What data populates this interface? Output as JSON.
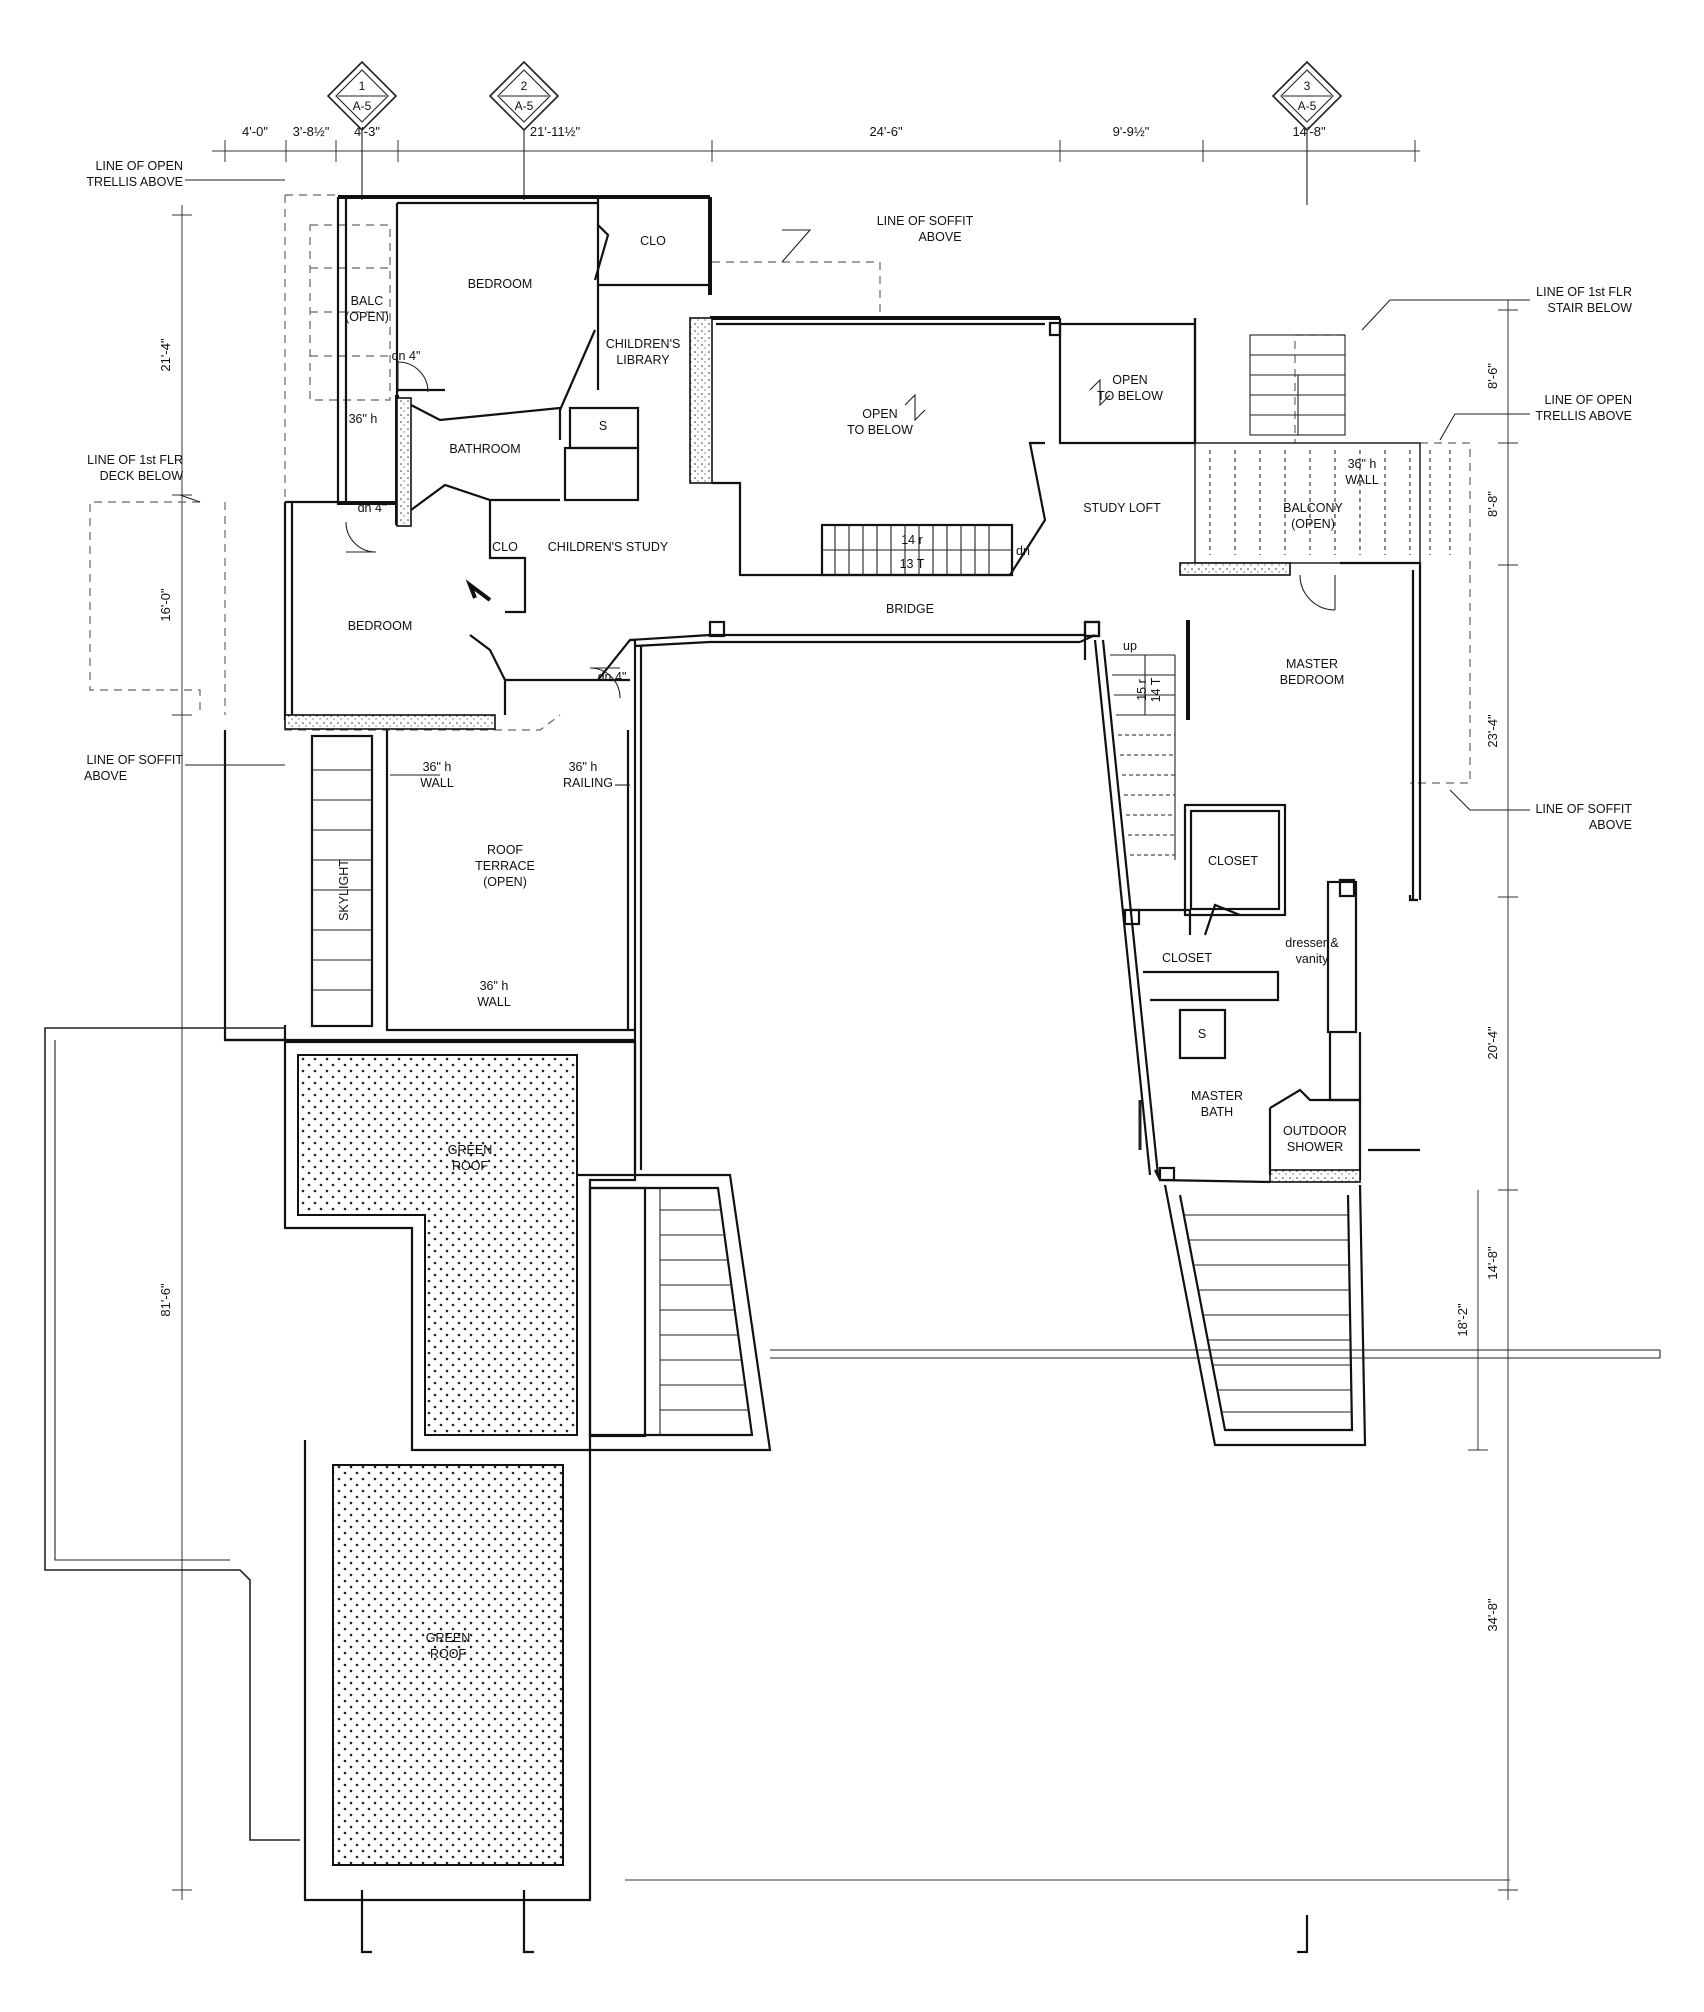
{
  "rooms": {
    "bedroom_1": "BEDROOM",
    "bedroom_2": "BEDROOM",
    "clo_1": "CLO",
    "clo_2": "CLO",
    "balc_1": "BALC",
    "balc_2": "(OPEN)",
    "childrens_library_1": "CHILDREN'S",
    "childrens_library_2": "LIBRARY",
    "bathroom": "BATHROOM",
    "shower_s1": "S",
    "childrens_study": "CHILDREN'S STUDY",
    "open_below_a1": "OPEN",
    "open_below_a2": "TO BELOW",
    "open_below_b1": "OPEN",
    "open_below_b2": "TO BELOW",
    "study_loft": "STUDY LOFT",
    "balcony_1": "BALCONY",
    "balcony_2": "(OPEN)",
    "bridge": "BRIDGE",
    "master_bedroom_1": "MASTER",
    "master_bedroom_2": "BEDROOM",
    "roof_terrace_1": "ROOF",
    "roof_terrace_2": "TERRACE",
    "roof_terrace_3": "(OPEN)",
    "skylight": "SKYLIGHT",
    "closet_1": "CLOSET",
    "closet_2": "CLOSET",
    "dresser_1": "dresser &",
    "dresser_2": "vanity",
    "shower_s2": "S",
    "master_bath_1": "MASTER",
    "master_bath_2": "BATH",
    "outdoor_shower_1": "OUTDOOR",
    "outdoor_shower_2": "SHOWER",
    "green_roof_a1": "GREEN",
    "green_roof_a2": "ROOF",
    "green_roof_b1": "GREEN",
    "green_roof_b2": "ROOF"
  },
  "notes": {
    "trellis_open_1": "LINE OF OPEN",
    "trellis_open_2": "TRELLIS ABOVE",
    "soffit_top_1": "LINE OF SOFFIT",
    "soffit_top_2": "ABOVE",
    "stair_below_1": "LINE OF 1st FLR",
    "stair_below_2": "STAIR BELOW",
    "trellis_right_1": "LINE OF OPEN",
    "trellis_right_2": "TRELLIS ABOVE",
    "deck_below_1": "LINE OF 1st FLR",
    "deck_below_2": "DECK BELOW",
    "soffit_left_1": "LINE OF SOFFIT",
    "soffit_left_2": "ABOVE",
    "soffit_right_1": "LINE OF SOFFIT",
    "soffit_right_2": "ABOVE",
    "wall_36_a1": "36\" h",
    "wall_36_a2": "WALL",
    "railing_36_1": "36\" h",
    "railing_36_2": "RAILING",
    "wall_36_b1": "36\" h",
    "wall_36_b2": "WALL",
    "wall_36_c1": "36\" h",
    "wall_36_c2": "WALL",
    "wall_36h_left": "36\" h",
    "dn_4_a": "dn 4\"",
    "dn_4_b": "dn 4\"",
    "dn_4_c": "dn 4\"",
    "dn_stair": "dn",
    "up_stair": "up",
    "stair_14r": "14 r",
    "stair_13t": "13 T",
    "stair_15r": "15 r",
    "stair_14t": "14 T"
  },
  "dimensions": {
    "top_1": "4'-0\"",
    "top_2": "3'-8½\"",
    "top_3": "4'-3\"",
    "top_4": "21'-11½\"",
    "top_5": "24'-6\"",
    "top_6": "9'-9½\"",
    "top_7": "14'-8\"",
    "left_1": "21'-4\"",
    "left_2": "16'-0\"",
    "left_3": "81'-6\"",
    "right_1": "8'-6\"",
    "right_2": "8'-8\"",
    "right_3": "23'-4\"",
    "right_4": "20'-4\"",
    "right_5": "14'-8\"",
    "right_6": "18'-2\"",
    "right_7": "34'-8\""
  },
  "section_markers": [
    {
      "number": "1",
      "sheet": "A-5"
    },
    {
      "number": "2",
      "sheet": "A-5"
    },
    {
      "number": "3",
      "sheet": "A-5"
    }
  ]
}
